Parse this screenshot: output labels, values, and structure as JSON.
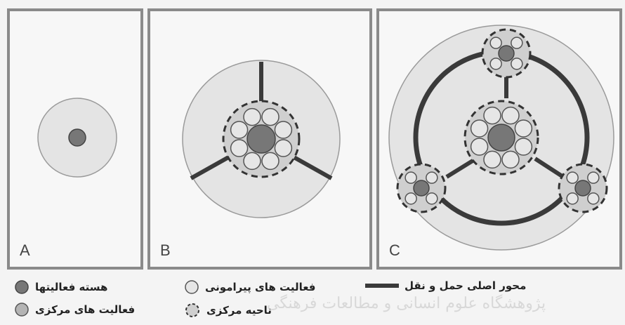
{
  "panels": [
    {
      "id": "A",
      "label": "A"
    },
    {
      "id": "B",
      "label": "B"
    },
    {
      "id": "C",
      "label": "C"
    }
  ],
  "legend": {
    "core_activities": "هسته فعالیتها",
    "peripheral_activities": "فعالیت های پیرامونی",
    "main_transport_axis": "محور اصلی حمل و نقل",
    "central_activities": "فعالیت های مرکزی",
    "central_district": "ناحیه مرکزی"
  },
  "watermark": "پژوهشگاه علوم انسانی و مطالعات فرهنگی",
  "colors": {
    "core": "#7a7a7a",
    "central": "#b4b4b4",
    "peripheral": "#dcdcdc",
    "ring": "#e3e3e3",
    "axis": "#3a3a3a",
    "border": "#8a8a8a"
  }
}
